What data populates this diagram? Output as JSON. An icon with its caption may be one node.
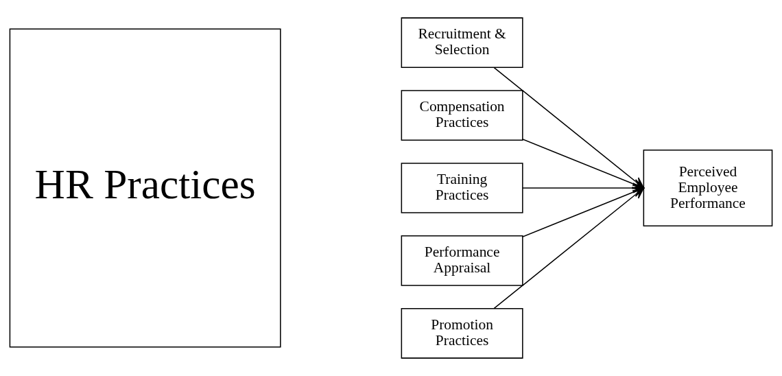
{
  "diagram": {
    "nodes": [
      {
        "text": [
          "HR Practices"
        ]
      },
      {
        "text": [
          "Recruitment & Selection"
        ]
      },
      {
        "text": [
          "Compensation Practices"
        ]
      },
      {
        "text": [
          "Training Practices"
        ]
      },
      {
        "text": [
          "Performance Appraisal"
        ]
      },
      {
        "text": [
          "Promotion Practices"
        ]
      },
      {
        "text": [
          "Perceived Employee Performance"
        ]
      }
    ],
    "edges": [
      {
        "from": 1,
        "to": 6,
        "arrow": "to"
      },
      {
        "from": 2,
        "to": 6,
        "arrow": "to"
      },
      {
        "from": 3,
        "to": 6,
        "arrow": "to"
      },
      {
        "from": 4,
        "to": 6,
        "arrow": "to"
      },
      {
        "from": 5,
        "to": 6,
        "arrow": "to"
      }
    ]
  }
}
